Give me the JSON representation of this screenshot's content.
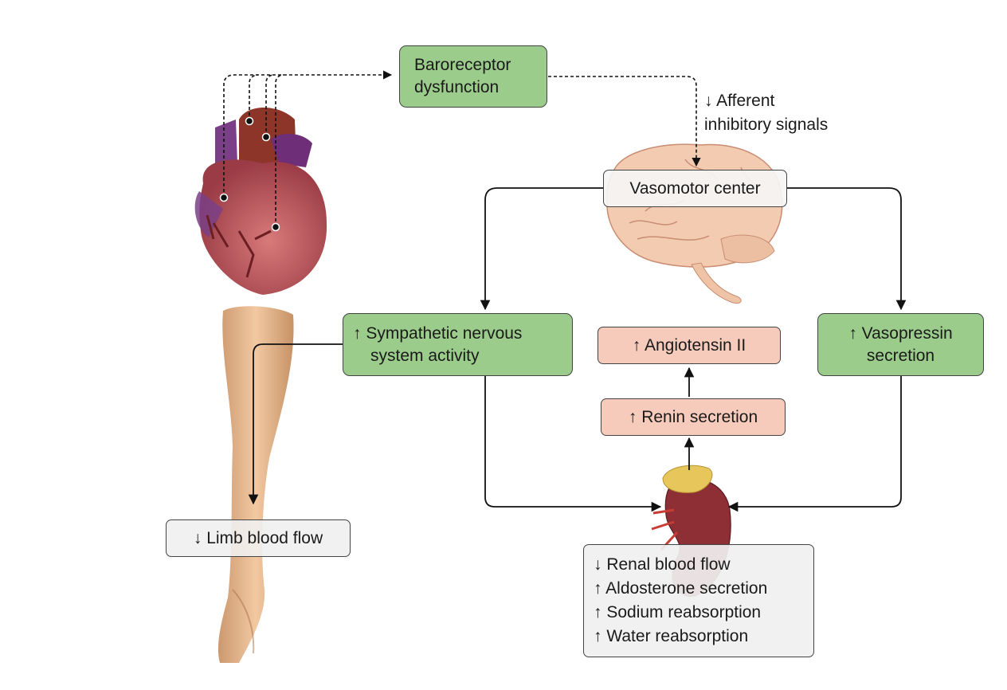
{
  "boxes": {
    "baroreceptor": {
      "line1": "Baroreceptor",
      "line2": "dysfunction"
    },
    "vasomotor": "Vasomotor center",
    "sympathetic": {
      "line1": "↑ Sympathetic nervous",
      "line2": "system activity"
    },
    "angiotensin": "↑ Angiotensin II",
    "vasopressin": {
      "line1": "↑ Vasopressin",
      "line2": "secretion"
    },
    "renin": "↑ Renin secretion",
    "limb": "↓ Limb blood flow",
    "renal": [
      "↓ Renal blood flow",
      "↑ Aldosterone secretion",
      "↑ Sodium reabsorption",
      "↑ Water reabsorption"
    ]
  },
  "labels": {
    "afferent": {
      "line1": "↓ Afferent",
      "line2": "inhibitory signals"
    }
  },
  "colors": {
    "green": "#9ccc8c",
    "pink": "#f6cbbb",
    "gray": "#efefef"
  }
}
